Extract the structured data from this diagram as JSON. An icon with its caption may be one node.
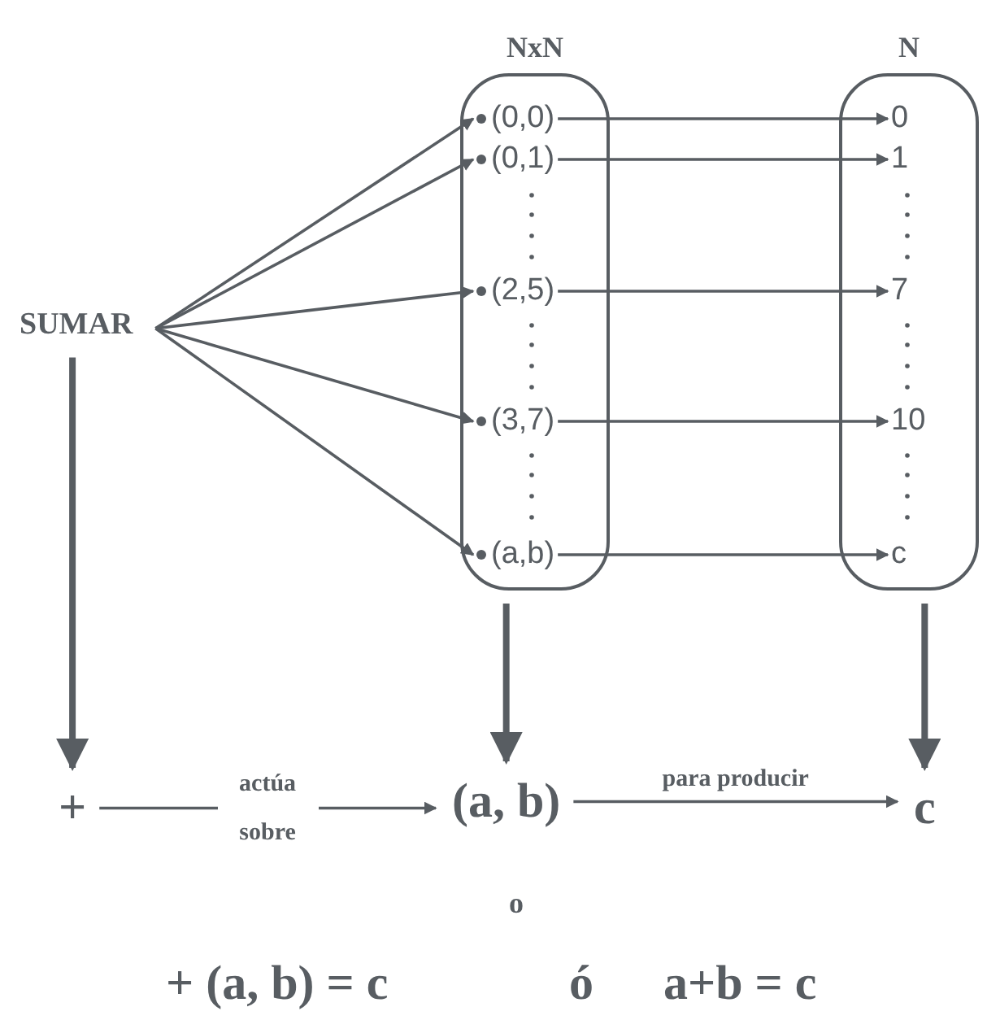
{
  "diagram": {
    "nodes": [
      {
        "text": [
          "SUMAR"
        ]
      },
      {
        "text": [
          "NxN"
        ]
      },
      {
        "text": [
          "(0,0)"
        ],
        "in": 1
      },
      {
        "text": [
          "(0,1)"
        ],
        "in": 1
      },
      {
        "text": [
          "(2,5)"
        ],
        "in": 1
      },
      {
        "text": [
          "(3,7)"
        ],
        "in": 1
      },
      {
        "text": [
          "(a,b)"
        ],
        "in": 1
      },
      {
        "text": [
          "N"
        ]
      },
      {
        "text": [
          "0"
        ],
        "in": 7
      },
      {
        "text": [
          "1"
        ],
        "in": 7
      },
      {
        "text": [
          "7"
        ],
        "in": 7
      },
      {
        "text": [
          "10"
        ],
        "in": 7
      },
      {
        "text": [
          "c"
        ],
        "in": 7
      },
      {
        "text": [
          "+"
        ]
      },
      {
        "text": [
          "(a, b)"
        ]
      },
      {
        "text": [
          "c"
        ]
      }
    ],
    "edges": [
      {
        "from": 0,
        "to": 2,
        "arrow": "to"
      },
      {
        "from": 0,
        "to": 3,
        "arrow": "to"
      },
      {
        "from": 0,
        "to": 4,
        "arrow": "to"
      },
      {
        "from": 0,
        "to": 5,
        "arrow": "to"
      },
      {
        "from": 0,
        "to": 6,
        "arrow": "to"
      },
      {
        "from": 2,
        "to": 8,
        "arrow": "to"
      },
      {
        "from": 3,
        "to": 9,
        "arrow": "to"
      },
      {
        "from": 4,
        "to": 10,
        "arrow": "to"
      },
      {
        "from": 5,
        "to": 11,
        "arrow": "to"
      },
      {
        "from": 6,
        "to": 12,
        "arrow": "to"
      },
      {
        "from": 0,
        "to": 13,
        "arrow": "to",
        "style": "thick"
      },
      {
        "from": 1,
        "to": 14,
        "arrow": "to",
        "style": "thick"
      },
      {
        "from": 7,
        "to": 15,
        "arrow": "to",
        "style": "thick"
      },
      {
        "from": 13,
        "to": 14,
        "arrow": "to",
        "label": "actúa sobre"
      },
      {
        "from": 14,
        "to": 15,
        "arrow": "to",
        "label": "para producir"
      }
    ],
    "labels": [
      "o",
      "+ (a, b) = c",
      "ó",
      "a+b = c"
    ]
  }
}
